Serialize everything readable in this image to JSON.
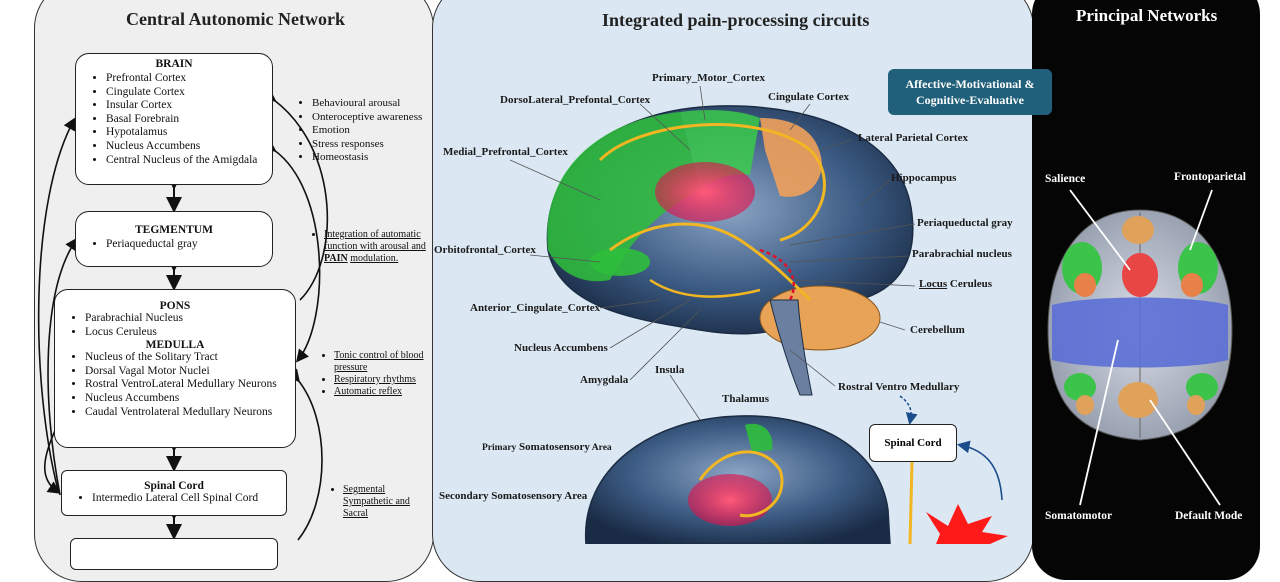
{
  "panels": {
    "left_title": "Central Autonomic Network",
    "middle_title": "Integrated pain-processing circuits",
    "right_title": "Principal Networks"
  },
  "brain_box": {
    "header": "BRAIN",
    "items": [
      "Prefrontal Cortex",
      "Cingulate Cortex",
      "Insular Cortex",
      "Basal Forebrain",
      "Hypotalamus",
      "Nucleus Accumbens",
      "Central Nucleus of the Amigdala"
    ]
  },
  "tegmentum_box": {
    "header": "TEGMENTUM",
    "items": [
      "Periaqueductal gray"
    ]
  },
  "pons_box": {
    "header": "PONS",
    "items": [
      "Parabrachial Nucleus",
      "Locus Ceruleus"
    ],
    "header2": "MEDULLA",
    "items2": [
      "Nucleus of the Solitary Tract",
      "Dorsal Vagal Motor Nuclei",
      "Rostral VentroLateral Medullary Neurons",
      "Nucleus Accumbens",
      "Caudal Ventrolateral Medullary Neurons"
    ]
  },
  "spinal_box": {
    "header": "Spinal Cord",
    "items": [
      "Intermedio Lateral Cell Spinal Cord"
    ]
  },
  "notes": {
    "brain_functions": [
      "Behavioural arousal",
      "Onteroceptive awareness",
      "Emotion",
      "Stress responses",
      "Homeostasis"
    ],
    "integration_a": "Integration of automatic function with arousal and",
    "integration_b": "PAIN",
    "integration_c": "modulation.",
    "medulla_functions": [
      "Tonic control of blood pressure",
      "Respiratory rhythms",
      "Automatic reflex"
    ],
    "spinal_functions": [
      "Segmental Sympathetic and Sacral"
    ]
  },
  "brain_labels": {
    "primary_motor": "Primary_Motor_Cortex",
    "dlpfc": "DorsoLateral_Prefontal_Cortex",
    "cingulate": "Cingulate Cortex",
    "lateral_parietal": "Lateral Parietal Cortex",
    "medial_prefrontal": "Medial_Prefrontal_Cortex",
    "hippocampus": "Hippocampus",
    "pag": "Periaqueductal gray",
    "parabrachial": "Parabrachial nucleus",
    "locus_a": "Locus",
    "locus_b": " Ceruleus",
    "orbitofrontal": "Orbitofrontal_Cortex",
    "anterior_cingulate": "Anterior_Cingulate_Cortex",
    "cerebellum": "Cerebellum",
    "nucleus_accumbens": "Nucleus Accumbens",
    "amygdala": "Amygdala",
    "insula": "Insula",
    "rostral_ventro": "Rostral Ventro Medullary",
    "thalamus": "Thalamus",
    "primary_somato_a": "Primary",
    "primary_somato_b": " Somatosensory",
    "primary_somato_c": " Area",
    "secondary_somato": "Secondary Somatosensory Area",
    "spinal_cord": "Spinal Cord"
  },
  "affective_box": {
    "line1": "Affective-Motivational &",
    "line2": "Cognitive-Evaluative"
  },
  "networks": {
    "salience": "Salience",
    "frontoparietal": "Frontoparietal",
    "somatomotor": "Somatomotor",
    "default_mode": "Default Mode"
  },
  "colors": {
    "teal_box": "#20607a",
    "salience": "#e84545",
    "frontoparietal": "#3cc34a",
    "somatomotor": "#5b6fd6",
    "default_mode": "#e0a15a",
    "pathway": "#f2b622"
  }
}
